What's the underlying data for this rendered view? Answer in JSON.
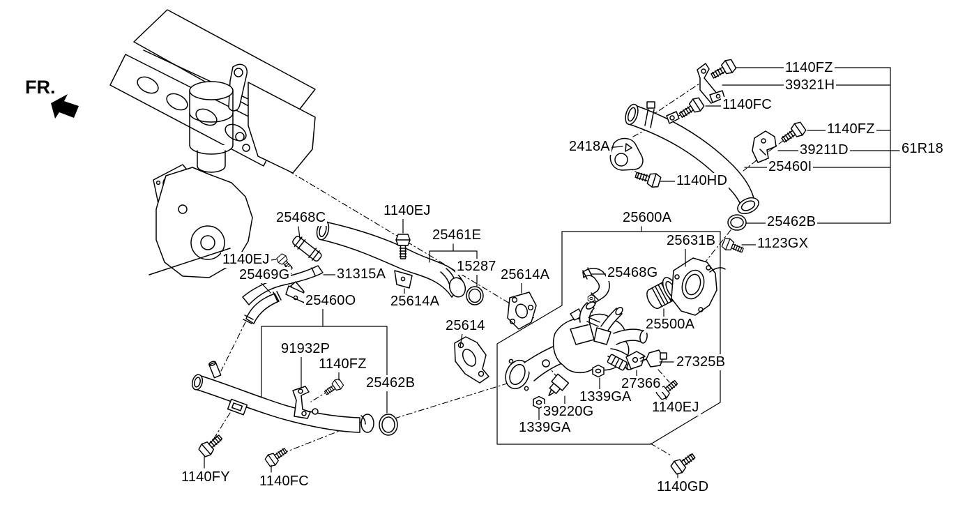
{
  "page": {
    "background": "#ffffff",
    "line_color": "#000000"
  },
  "fr_indicator": {
    "text": "FR."
  },
  "callout_labels": [
    {
      "id": "bolt-1140fz-top",
      "text": "1140FZ"
    },
    {
      "id": "bracket-39321h",
      "text": "39321H"
    },
    {
      "id": "bolt-1140fc-upper",
      "text": "1140FC"
    },
    {
      "id": "bolt-1140fz-mid",
      "text": "1140FZ"
    },
    {
      "id": "bracket-39211d",
      "text": "39211D"
    },
    {
      "id": "assembly-61r18",
      "text": "61R18"
    },
    {
      "id": "pipe-25460i",
      "text": "25460I"
    },
    {
      "id": "bracket-2418a",
      "text": "2418A"
    },
    {
      "id": "bolt-1140hd",
      "text": "1140HD"
    },
    {
      "id": "oring-25462b-upper",
      "text": "25462B"
    },
    {
      "id": "bolt-1123gx",
      "text": "1123GX"
    },
    {
      "id": "assembly-25600a",
      "text": "25600A"
    },
    {
      "id": "fitting-25631b",
      "text": "25631B"
    },
    {
      "id": "hose-25468c",
      "text": "25468C"
    },
    {
      "id": "bolt-1140ej-top",
      "text": "1140EJ"
    },
    {
      "id": "pipe-25461e",
      "text": "25461E"
    },
    {
      "id": "oring-15287",
      "text": "15287"
    },
    {
      "id": "gasket-25614a-right",
      "text": "25614A"
    },
    {
      "id": "hose-25468g",
      "text": "25468G"
    },
    {
      "id": "pipe-31315a",
      "text": "31315A"
    },
    {
      "id": "bolt-1140ej-left",
      "text": "1140EJ"
    },
    {
      "id": "hose-25469g",
      "text": "25469G"
    },
    {
      "id": "pipe-25460o",
      "text": "25460O"
    },
    {
      "id": "bracket-25614a-mid",
      "text": "25614A"
    },
    {
      "id": "gasket-25614",
      "text": "25614"
    },
    {
      "id": "thermostat-25500a",
      "text": "25500A"
    },
    {
      "id": "bracket-91932p",
      "text": "91932P"
    },
    {
      "id": "bolt-1140fz-lower",
      "text": "1140FZ"
    },
    {
      "id": "oring-25462b-lower",
      "text": "25462B"
    },
    {
      "id": "sensor-27325b",
      "text": "27325B"
    },
    {
      "id": "bracket-27366",
      "text": "27366"
    },
    {
      "id": "nut-1339ga-right",
      "text": "1339GA"
    },
    {
      "id": "bolt-1140ej-bottom",
      "text": "1140EJ"
    },
    {
      "id": "sensor-39220g",
      "text": "39220G"
    },
    {
      "id": "nut-1339ga-left",
      "text": "1339GA"
    },
    {
      "id": "bolt-1140fy",
      "text": "1140FY"
    },
    {
      "id": "bolt-1140fc-lower",
      "text": "1140FC"
    },
    {
      "id": "bolt-1140gd",
      "text": "1140GD"
    }
  ]
}
